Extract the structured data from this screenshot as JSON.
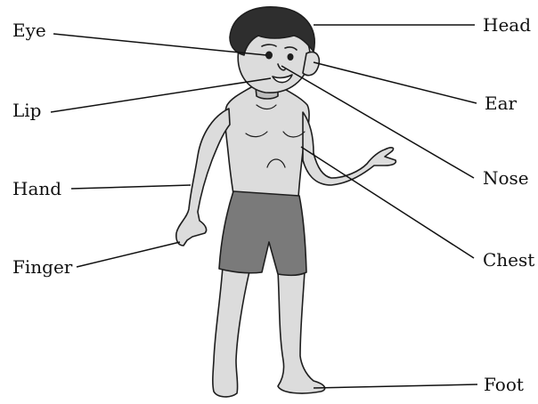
{
  "labels": {
    "eye": "Eye",
    "lip": "Lip",
    "hand": "Hand",
    "finger": "Finger",
    "head": "Head",
    "ear": "Ear",
    "nose": "Nose",
    "chest": "Chest",
    "foot": "Foot"
  },
  "colors": {
    "skin": "#dcdcdc",
    "skin_shade": "#bdbdbd",
    "hair": "#2e2e2e",
    "shorts": "#7a7a7a",
    "outline": "#1e1e1e",
    "leader_line": "#111111"
  }
}
